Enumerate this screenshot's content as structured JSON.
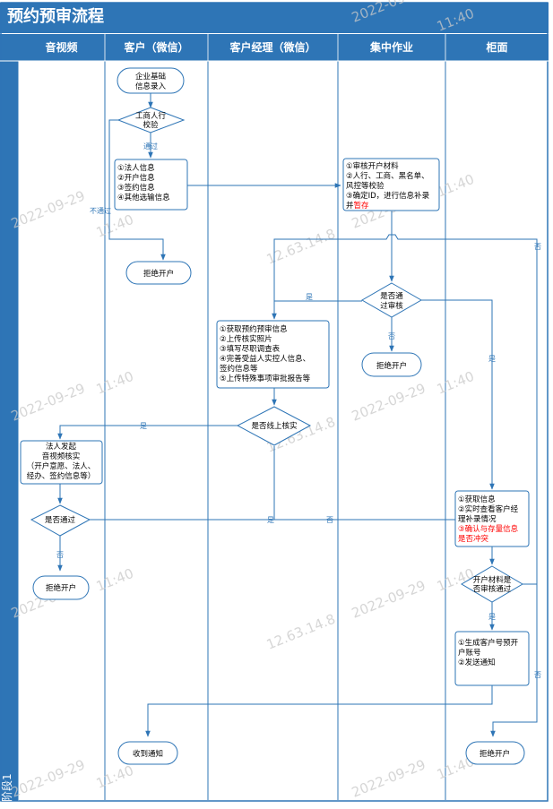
{
  "title": "预约预审流程",
  "stage_label": "阶段1",
  "lanes": [
    "音视频",
    "客户（微信）",
    "客户经理（微信）",
    "集中作业",
    "柜面"
  ],
  "watermark": {
    "date": "2022-09-29",
    "time": "11:40",
    "ip": "12.63.14.8"
  },
  "colors": {
    "header": "#2e75b6",
    "node_border": "#2e75b6",
    "arrow": "#2e75b6",
    "highlight": "#ff0000"
  },
  "nodes": {
    "enterprise_entry": [
      "企业基础",
      "信息录入"
    ],
    "icbc_check": [
      "工商人行",
      "校验"
    ],
    "customer_info": [
      "①法人信息",
      "②开户信息",
      "③签约信息",
      "④其他选输信息"
    ],
    "reject_customer": "拒绝开户",
    "central_review": [
      "①审核开户材料",
      "②人行、工商、黑名单、",
      "风控等校验",
      "③确定ID，进行信息补录",
      "并"
    ],
    "central_review_highlight": "暂存",
    "review_passed": [
      "是否通",
      "过审核"
    ],
    "reject_central": "拒绝开户",
    "manager_tasks": [
      "①获取预约预审信息",
      "②上传核实照片",
      "③填写尽职调查表",
      "④完善受益人实控人信息、",
      "签约信息等",
      "⑤上传特殊事项审批报告等"
    ],
    "online_check": "是否线上核实",
    "video_verify": [
      "法人发起",
      "音视频核实",
      "（开户意愿、法人、",
      "经办、签约信息等）"
    ],
    "video_passed": "是否通过",
    "reject_video": "拒绝开户",
    "counter_tasks": [
      "①获取信息",
      "②实时查看客户经",
      "理补录情况"
    ],
    "counter_tasks_highlight": [
      "③确认与存量信息",
      "是否冲突"
    ],
    "counter_review": [
      "开户材料是",
      "否审核通过"
    ],
    "generate_account": [
      "①生成客户号预开",
      "户账号",
      "②发送通知"
    ],
    "notify_received": "收到通知",
    "reject_counter": "拒绝开户"
  },
  "edge_labels": {
    "pass": "通过",
    "not_pass": "不通过",
    "yes": "是",
    "no": "否"
  }
}
